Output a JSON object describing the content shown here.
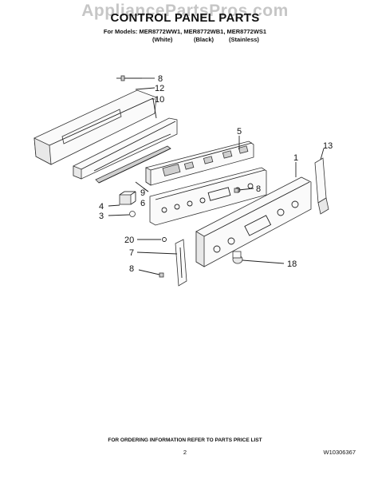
{
  "watermark": "AppliancePartsPros.com",
  "header": {
    "title": "CONTROL PANEL PARTS",
    "models_line": "For Models: MER8772WW1, MER8772WB1, MER8772WS1",
    "variants": [
      "(White)",
      "(Black)",
      "(Stainless)"
    ]
  },
  "callouts": [
    "8",
    "12",
    "10",
    "5",
    "1",
    "13",
    "9",
    "8",
    "4",
    "6",
    "3",
    "20",
    "7",
    "18",
    "8"
  ],
  "footer": {
    "ordering_note": "FOR ORDERING INFORMATION REFER TO PARTS PRICE LIST",
    "page_number": "2",
    "document_number": "W10306367"
  }
}
